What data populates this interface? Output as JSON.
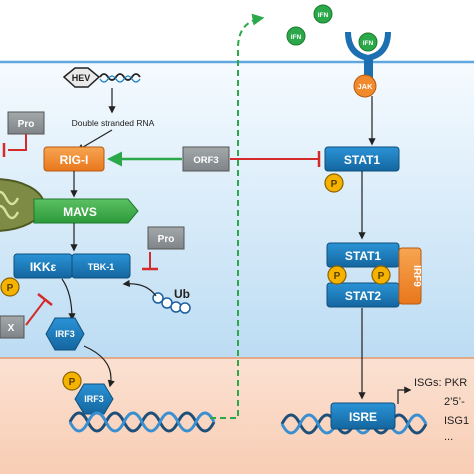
{
  "virus": {
    "label": "HEV"
  },
  "dsrna": {
    "label": "Double stranded RNA"
  },
  "proteins": {
    "pro_top": "Pro",
    "pro_mid": "Pro",
    "rigi": "RIG-I",
    "mavs": "MAVS",
    "ikke": "IKKε",
    "tbk1": "TBK-1",
    "irf3_cyto": "IRF3",
    "irf3_nuc": "IRF3",
    "orf3": "ORF3",
    "x": "X",
    "ub": "Ub",
    "jak": "JAK",
    "ifn_receptor": "IFN",
    "ifn_1": "IFN",
    "ifn_2": "IFN",
    "stat1": "STAT1",
    "stat1_complex": "STAT1",
    "stat2_complex": "STAT2",
    "irf9": "IRF9",
    "isre": "ISRE",
    "phospho": "P"
  },
  "isgs": {
    "line1": "ISGs: PKR",
    "line2": "2’5’-",
    "line3": "ISG1",
    "line4": "..."
  },
  "colors": {
    "cytoplasm_top": "#f6fbff",
    "cytoplasm_bottom": "#bfdff5",
    "membrane": "#5fa7de",
    "nucleus": "#fbd8c4",
    "nuclear_membrane": "#e2aa8a",
    "orange_protein": "#f08a2c",
    "green": "#2aa84a",
    "blue_protein": "#1c7fc0",
    "grey_box": "#8f9497",
    "red": "#d42a2a",
    "dna": "#1e4f79"
  }
}
